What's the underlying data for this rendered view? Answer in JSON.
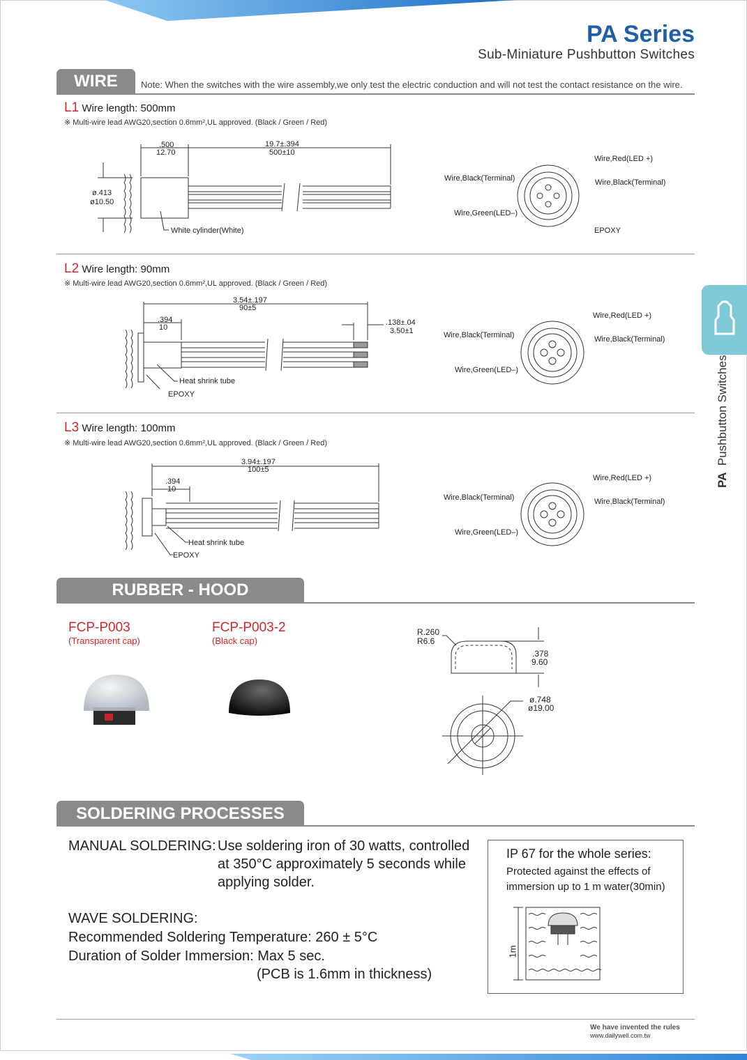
{
  "header": {
    "title": "PA Series",
    "subtitle": "Sub-Miniature Pushbutton Switches"
  },
  "side_tab": {
    "bold": "PA",
    "text": "Pushbutton Switches"
  },
  "wire": {
    "heading": "WIRE",
    "note": "Note: When the switches with the wire assembly,we only test the electric conduction and will not test the contact resistance on the wire.",
    "l1": {
      "code": "L1",
      "length": "Wire length: 500mm",
      "spec": "※ Multi-wire lead AWG20,section 0.6mm²,UL approved. (Black / Green / Red)",
      "dims": {
        "a_in": ".500",
        "a_mm": "12.70",
        "b_in": "19.7±.394",
        "b_mm": "500±10",
        "d_in": "ø.413",
        "d_mm": "ø10.50"
      },
      "callout": "White cylinder(White)",
      "end_labels": {
        "red": "Wire,Red(LED +)",
        "black_left": "Wire,Black(Terminal)",
        "black_right": "Wire,Black(Terminal)",
        "green": "Wire,Green(LED–)",
        "epoxy": "EPOXY"
      }
    },
    "l2": {
      "code": "L2",
      "length": "Wire length: 90mm",
      "spec": "※ Multi-wire lead AWG20,section 0.6mm²,UL approved. (Black / Green / Red)",
      "dims": {
        "a_in": "3.54±.197",
        "a_mm": "90±5",
        "b_in": ".394",
        "b_mm": "10",
        "c_in": ".138±.04",
        "c_mm": "3.50±1"
      },
      "callouts": {
        "tube": "Heat shrink tube",
        "epoxy": "EPOXY"
      },
      "end_labels": {
        "red": "Wire,Red(LED +)",
        "black_left": "Wire,Black(Terminal)",
        "black_right": "Wire,Black(Terminal)",
        "green": "Wire,Green(LED–)"
      }
    },
    "l3": {
      "code": "L3",
      "length": "Wire length: 100mm",
      "spec": "※ Multi-wire lead AWG20,section 0.6mm²,UL approved. (Black / Green / Red)",
      "dims": {
        "a_in": "3.94±.197",
        "a_mm": "100±5",
        "b_in": ".394",
        "b_mm": "10"
      },
      "callouts": {
        "tube": "Heat shrink tube",
        "epoxy": "EPOXY"
      },
      "end_labels": {
        "red": "Wire,Red(LED +)",
        "black_left": "Wire,Black(Terminal)",
        "black_right": "Wire,Black(Terminal)",
        "green": "Wire,Green(LED–)"
      }
    }
  },
  "rubber_hood": {
    "heading": "RUBBER - HOOD",
    "items": [
      {
        "code": "FCP-P003",
        "desc": "(Transparent cap)"
      },
      {
        "code": "FCP-P003-2",
        "desc": "(Black cap)"
      }
    ],
    "dims": {
      "r_in": "R.260",
      "r_mm": "R6.6",
      "h_in": ".378",
      "h_mm": "9.60",
      "d_in": "ø.748",
      "d_mm": "ø19.00"
    }
  },
  "soldering": {
    "heading": "SOLDERING PROCESSES",
    "manual_label": "MANUAL SOLDERING:",
    "manual_lines": [
      "Use soldering iron of 30 watts, controlled",
      "at 350°C approximately 5 seconds while",
      "applying solder."
    ],
    "wave_label": "WAVE SOLDERING:",
    "wave_lines": [
      "Recommended Soldering Temperature: 260 ± 5°C",
      "Duration of Solder Immersion: Max 5 sec."
    ],
    "wave_note": "(PCB is 1.6mm in thickness)",
    "ip_title": "IP 67 for the whole series:",
    "ip_lines": [
      "Protected against the effects of",
      "immersion up to 1 m water(30min)"
    ],
    "depth_label": "1m"
  },
  "footer": {
    "tagline": "We have invented the rules",
    "url": "www.dailywell.com.tw"
  },
  "colors": {
    "title_blue": "#1f5fa8",
    "tab_grey": "#8a8a8c",
    "accent_red": "#d4262a",
    "side_tab_cyan": "#7ec8d8",
    "banner_blue": "#2f86d8"
  }
}
